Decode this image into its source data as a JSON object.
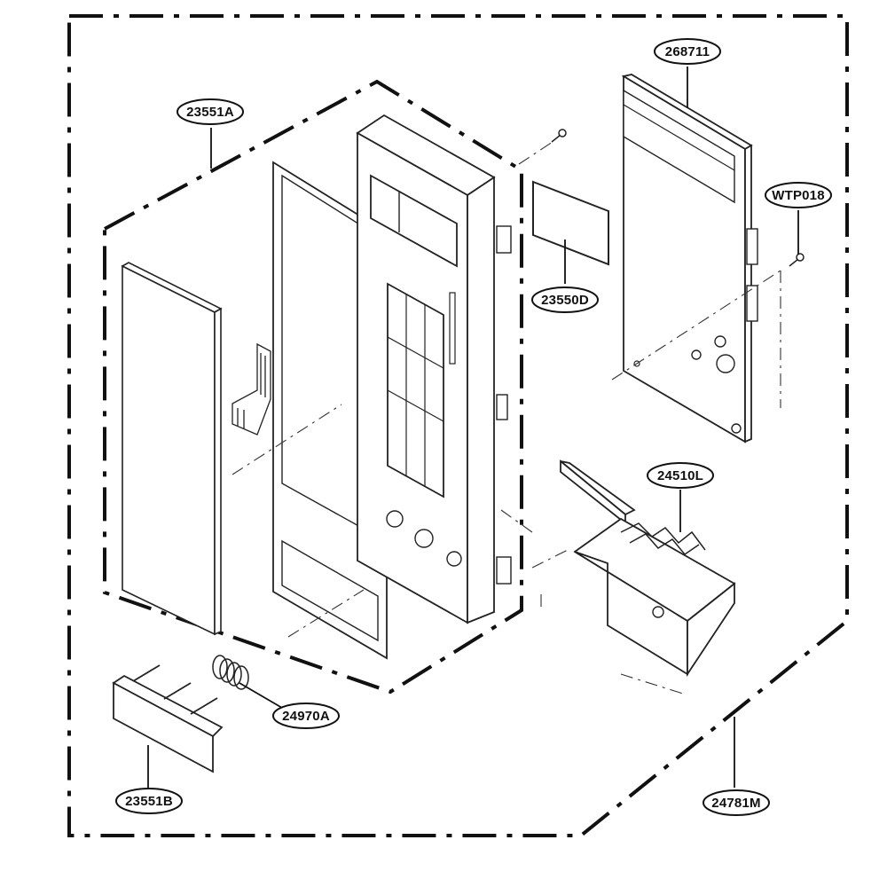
{
  "diagram": {
    "parts": [
      {
        "id": "p1",
        "label": "23551A"
      },
      {
        "id": "p2",
        "label": "268711"
      },
      {
        "id": "p3",
        "label": "WTP018"
      },
      {
        "id": "p4",
        "label": "23550D"
      },
      {
        "id": "p5",
        "label": "24510L"
      },
      {
        "id": "p6",
        "label": "24970A"
      },
      {
        "id": "p7",
        "label": "23551B"
      },
      {
        "id": "p8",
        "label": "24781M"
      }
    ]
  }
}
